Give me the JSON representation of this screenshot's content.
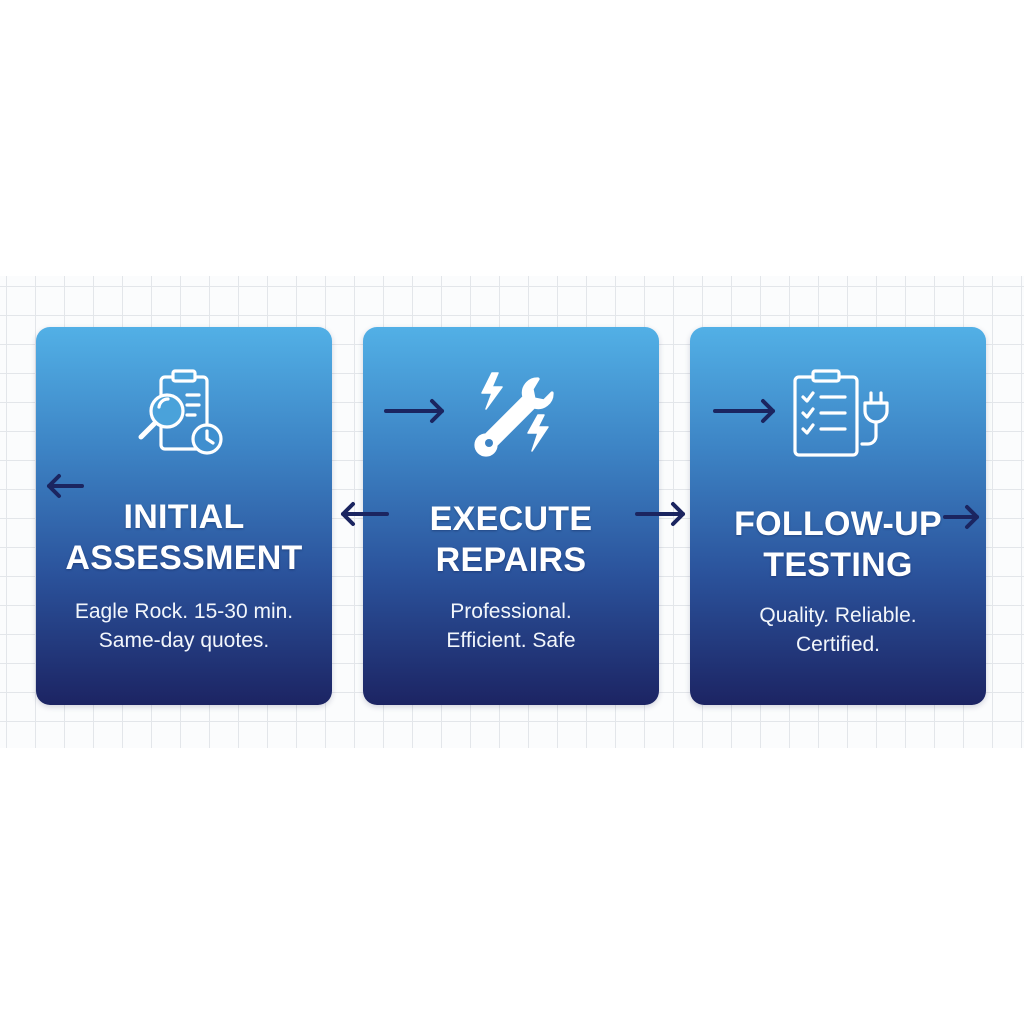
{
  "steps": [
    {
      "icon": "clipboard-magnifier-clock-icon",
      "title_lines": [
        "INITIAL",
        "ASSESSMENT"
      ],
      "desc_lines": [
        "Eagle Rock. 15-30 min.",
        "Same-day quotes."
      ]
    },
    {
      "icon": "wrench-lightning-icon",
      "title_lines": [
        "EXECUTE",
        "REPAIRS"
      ],
      "desc_lines": [
        "Professional.",
        "Efficient. Safe"
      ]
    },
    {
      "icon": "checklist-plug-icon",
      "title_lines": [
        "FOLLOW-UP",
        "TESTING"
      ],
      "desc_lines": [
        "Quality. Reliable.",
        "Certified."
      ]
    }
  ],
  "colors": {
    "card_top": "#52b0e6",
    "card_bottom": "#1c2463",
    "arrow": "#1b2560",
    "text": "#ffffff"
  },
  "arrows": [
    {
      "name": "arrow-left-edge-icon",
      "direction": "left"
    },
    {
      "name": "arrow-into-card-2-icon",
      "direction": "right"
    },
    {
      "name": "arrow-between-1-2-icon",
      "direction": "left"
    },
    {
      "name": "arrow-between-2-3-icon",
      "direction": "right"
    },
    {
      "name": "arrow-into-card-3-icon",
      "direction": "right"
    },
    {
      "name": "arrow-right-edge-icon",
      "direction": "right"
    }
  ]
}
